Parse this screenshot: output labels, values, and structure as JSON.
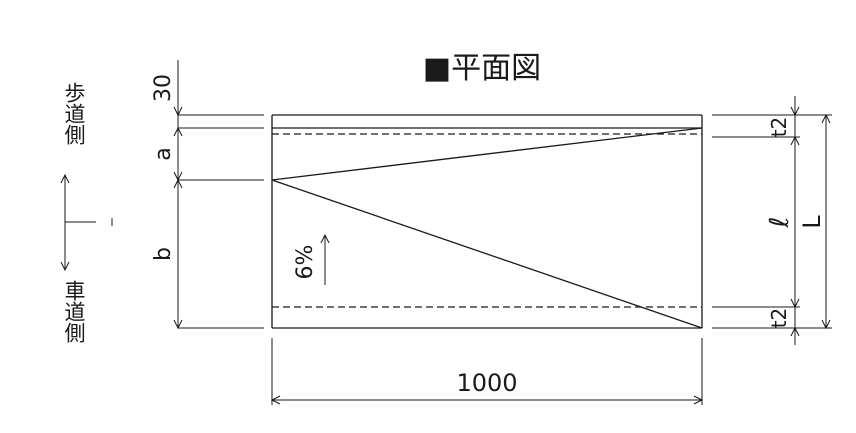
{
  "title": "■平面図",
  "side_labels": {
    "sidewalk": "歩道側",
    "roadway": "車道側"
  },
  "dimensions": {
    "top_offset": "30",
    "a": "a",
    "b": "b",
    "width": "1000",
    "t2_top": "t2",
    "t2_bottom": "t2",
    "ell": "ℓ",
    "L": "L"
  },
  "slope": {
    "label": "6%"
  },
  "icons": [
    "arrow-up-icon",
    "side-direction-arrow-icon"
  ]
}
